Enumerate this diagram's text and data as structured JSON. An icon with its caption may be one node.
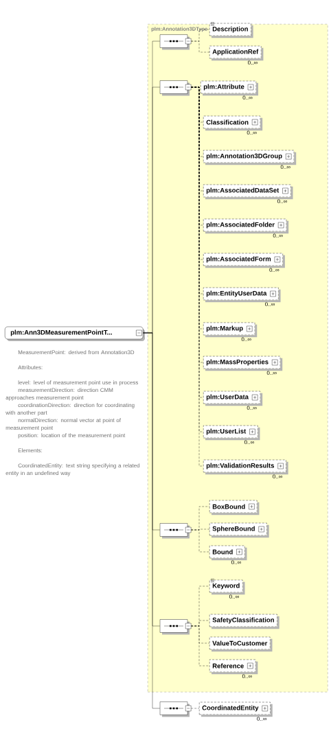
{
  "diagram": {
    "nodes": [
      {
        "text": [
          "plm:Annotation3DType"
        ]
      },
      {
        "text": [
          "plm:Ann3DMeasurementPointT..."
        ],
        "beside": [
          "MeasurementPoint: derived from Annotation3D",
          "Attributes:",
          "level: level of measurement point use in process",
          "measurementDirection: direction CMM approaches measurement point",
          "coordinationDirection: direction for coordinating with another part",
          "normalDirection: normal vector at point of measurement point",
          "position: location of the measurement point",
          "Elements:",
          "CoordinatedEntity: text string specifying a related entity in an undefined way"
        ]
      },
      {
        "text": [],
        "shape": "octagon",
        "in": 0
      },
      {
        "text": [
          "Description"
        ],
        "in": 0
      },
      {
        "text": [
          "ApplicationRef"
        ],
        "beside": [
          "0..∞"
        ],
        "in": 0
      },
      {
        "text": [],
        "shape": "octagon",
        "in": 0
      },
      {
        "text": [
          "plm:Attribute"
        ],
        "beside": [
          "0..∞"
        ],
        "in": 0
      },
      {
        "text": [
          "Classification"
        ],
        "beside": [
          "0..∞"
        ],
        "in": 0
      },
      {
        "text": [
          "plm:Annotation3DGroup"
        ],
        "beside": [
          "0..∞"
        ],
        "in": 0
      },
      {
        "text": [
          "plm:AssociatedDataSet"
        ],
        "beside": [
          "0..∞"
        ],
        "in": 0
      },
      {
        "text": [
          "plm:AssociatedFolder"
        ],
        "beside": [
          "0..∞"
        ],
        "in": 0
      },
      {
        "text": [
          "plm:AssociatedForm"
        ],
        "beside": [
          "0..∞"
        ],
        "in": 0
      },
      {
        "text": [
          "plm:EntityUserData"
        ],
        "beside": [
          "0..∞"
        ],
        "in": 0
      },
      {
        "text": [
          "plm:Markup"
        ],
        "beside": [
          "0..∞"
        ],
        "in": 0
      },
      {
        "text": [
          "plm:MassProperties"
        ],
        "beside": [
          "0..∞"
        ],
        "in": 0
      },
      {
        "text": [
          "plm:UserData"
        ],
        "beside": [
          "0..∞"
        ],
        "in": 0
      },
      {
        "text": [
          "plm:UserList"
        ],
        "beside": [
          "0..∞"
        ],
        "in": 0
      },
      {
        "text": [
          "plm:ValidationResults"
        ],
        "beside": [
          "0..∞"
        ],
        "in": 0
      },
      {
        "text": [],
        "shape": "octagon",
        "in": 0
      },
      {
        "text": [
          "BoxBound"
        ],
        "in": 0
      },
      {
        "text": [
          "SphereBound"
        ],
        "in": 0
      },
      {
        "text": [
          "Bound"
        ],
        "beside": [
          "0..∞"
        ],
        "in": 0
      },
      {
        "text": [],
        "shape": "octagon",
        "in": 0
      },
      {
        "text": [
          "Keyword"
        ],
        "beside": [
          "0..∞"
        ],
        "in": 0
      },
      {
        "text": [
          "SafetyClassification"
        ],
        "in": 0
      },
      {
        "text": [
          "ValueToCustomer"
        ],
        "in": 0
      },
      {
        "text": [
          "Reference"
        ],
        "beside": [
          "0..∞"
        ],
        "in": 0
      },
      {
        "text": [],
        "shape": "octagon"
      },
      {
        "text": [
          "CoordinatedEntity"
        ],
        "beside": [
          "0..∞"
        ]
      }
    ],
    "edges": [
      {
        "from": 1,
        "to": 2,
        "arrow": "none"
      },
      {
        "from": 1,
        "to": 5,
        "arrow": "none"
      },
      {
        "from": 1,
        "to": 18,
        "arrow": "none"
      },
      {
        "from": 1,
        "to": 22,
        "arrow": "none"
      },
      {
        "from": 1,
        "to": 27,
        "arrow": "none"
      },
      {
        "from": 2,
        "to": 3,
        "arrow": "none",
        "style": "dashed"
      },
      {
        "from": 2,
        "to": 4,
        "arrow": "none",
        "style": "dashed"
      },
      {
        "from": 5,
        "to": 6,
        "arrow": "none",
        "style": "dashed"
      },
      {
        "from": 5,
        "to": 7,
        "arrow": "none",
        "style": "dashed"
      },
      {
        "from": 5,
        "to": 8,
        "arrow": "none",
        "style": "dashed"
      },
      {
        "from": 5,
        "to": 9,
        "arrow": "none",
        "style": "dashed"
      },
      {
        "from": 5,
        "to": 10,
        "arrow": "none",
        "style": "dashed"
      },
      {
        "from": 5,
        "to": 11,
        "arrow": "none",
        "style": "dashed"
      },
      {
        "from": 5,
        "to": 12,
        "arrow": "none",
        "style": "dashed"
      },
      {
        "from": 5,
        "to": 13,
        "arrow": "none",
        "style": "dashed"
      },
      {
        "from": 5,
        "to": 14,
        "arrow": "none",
        "style": "dashed"
      },
      {
        "from": 5,
        "to": 15,
        "arrow": "none",
        "style": "dashed"
      },
      {
        "from": 5,
        "to": 16,
        "arrow": "none",
        "style": "dashed"
      },
      {
        "from": 5,
        "to": 17,
        "arrow": "none",
        "style": "dashed"
      },
      {
        "from": 18,
        "to": 19,
        "arrow": "none",
        "style": "dashed"
      },
      {
        "from": 18,
        "to": 20,
        "arrow": "none",
        "style": "dashed"
      },
      {
        "from": 18,
        "to": 21,
        "arrow": "none",
        "style": "dashed"
      },
      {
        "from": 22,
        "to": 23,
        "arrow": "none",
        "style": "dashed"
      },
      {
        "from": 22,
        "to": 24,
        "arrow": "none",
        "style": "dashed"
      },
      {
        "from": 22,
        "to": 25,
        "arrow": "none",
        "style": "dashed"
      },
      {
        "from": 22,
        "to": 26,
        "arrow": "none",
        "style": "dashed"
      },
      {
        "from": 27,
        "to": 28,
        "arrow": "none",
        "style": "dashed"
      }
    ]
  }
}
